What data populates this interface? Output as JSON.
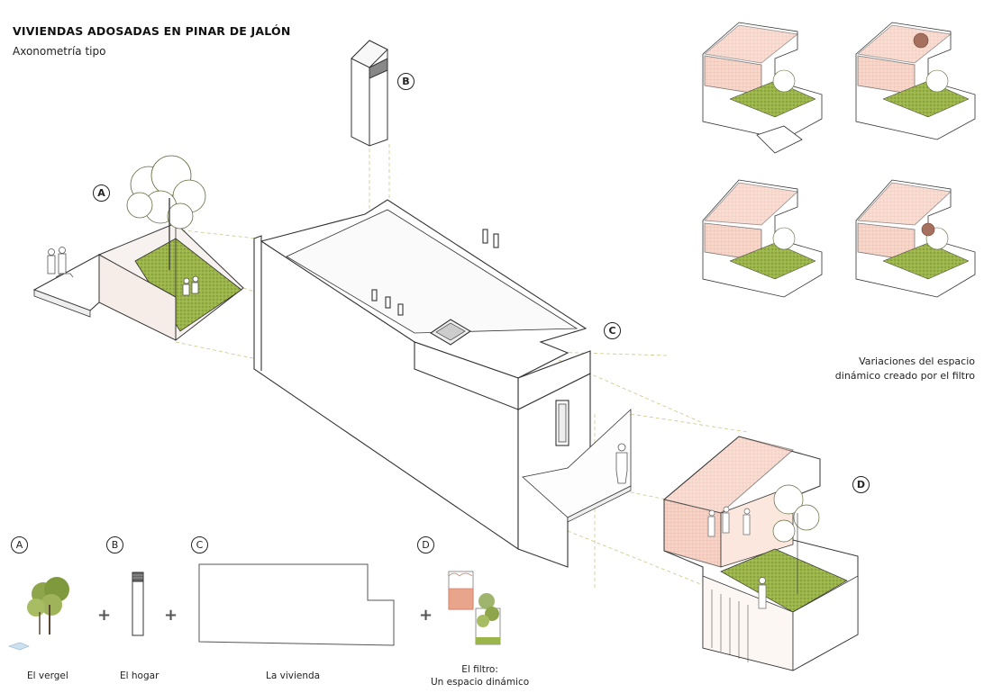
{
  "header": {
    "title": "VIVIENDAS ADOSADAS EN PINAR DE JALÓN",
    "subtitle": "Axonometría tipo"
  },
  "markers": {
    "a": "A",
    "b": "B",
    "c": "C",
    "d": "D"
  },
  "variations": {
    "caption_line1": "Variaciones del espacio",
    "caption_line2": "dinámico creado por el filtro"
  },
  "legend": {
    "a": {
      "letter": "A",
      "caption": "El vergel"
    },
    "b": {
      "letter": "B",
      "caption": "El hogar"
    },
    "c": {
      "letter": "C",
      "caption": "La vivienda"
    },
    "d": {
      "letter": "D",
      "caption_line1": "El filtro:",
      "caption_line2": "Un espacio dinámico"
    },
    "plus_symbol": "+"
  },
  "colors": {
    "line": "#333333",
    "green": "#8faa3b",
    "pink": "#e9a48f",
    "pink_light": "#f6d8cc",
    "dashed": "#c9c07a",
    "foliage": "#9fb46c"
  }
}
